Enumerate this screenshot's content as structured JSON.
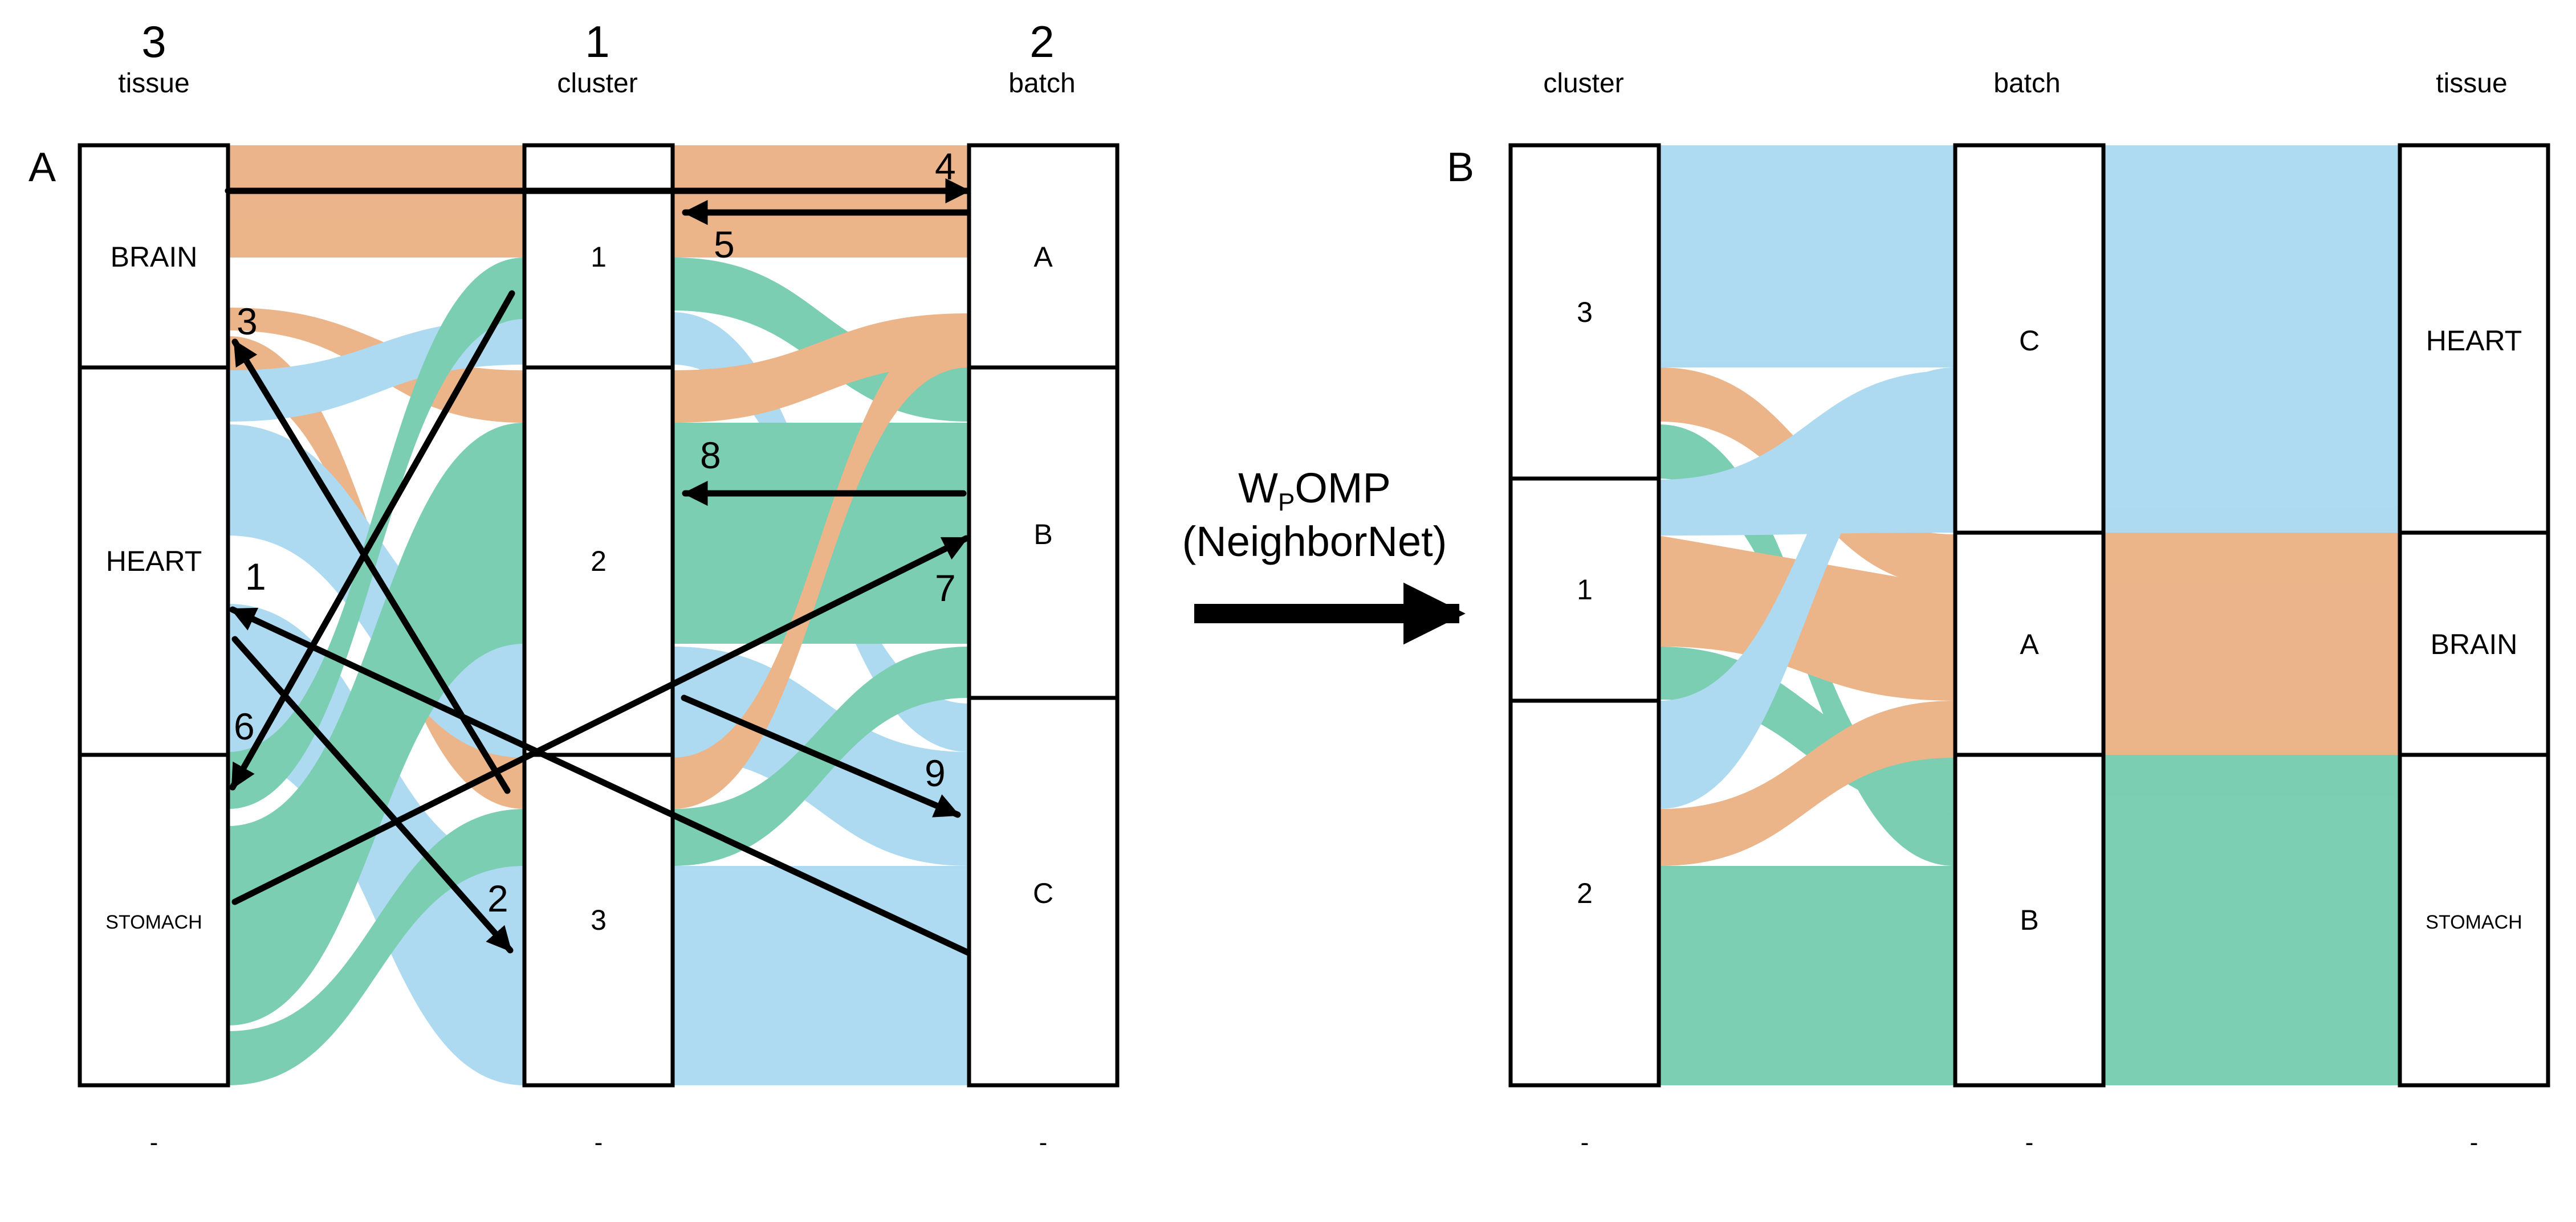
{
  "colors": {
    "orange": "#e8a470",
    "blue": "#9cd2ef",
    "green": "#5fc4a2",
    "box_stroke": "#000000",
    "arrow": "#000000"
  },
  "panel_a": {
    "label": "A",
    "axes": [
      {
        "id": "tissue",
        "order": "3",
        "name": "tissue",
        "foot": "-",
        "boxes": [
          {
            "id": "brain",
            "label": "BRAIN"
          },
          {
            "id": "heart",
            "label": "HEART"
          },
          {
            "id": "stomach",
            "label": "STOMACH",
            "small": true
          }
        ]
      },
      {
        "id": "cluster",
        "order": "1",
        "name": "cluster",
        "foot": "-",
        "boxes": [
          {
            "id": "c1",
            "label": "1"
          },
          {
            "id": "c2",
            "label": "2"
          },
          {
            "id": "c3",
            "label": "3"
          }
        ]
      },
      {
        "id": "batch",
        "order": "2",
        "name": "batch",
        "foot": "-",
        "boxes": [
          {
            "id": "A",
            "label": "A"
          },
          {
            "id": "B",
            "label": "B"
          },
          {
            "id": "C",
            "label": "C"
          }
        ]
      }
    ],
    "arrows": [
      {
        "number": "1"
      },
      {
        "number": "2"
      },
      {
        "number": "3"
      },
      {
        "number": "4"
      },
      {
        "number": "5"
      },
      {
        "number": "6"
      },
      {
        "number": "7"
      },
      {
        "number": "8"
      },
      {
        "number": "9"
      }
    ]
  },
  "method": {
    "line1_main": "W",
    "line1_sub": "P",
    "line1_tail": "OMP",
    "line2": "(NeighborNet)"
  },
  "panel_b": {
    "label": "B",
    "axes": [
      {
        "id": "cluster",
        "name": "cluster",
        "foot": "-",
        "boxes": [
          {
            "id": "c3",
            "label": "3"
          },
          {
            "id": "c1",
            "label": "1"
          },
          {
            "id": "c2",
            "label": "2"
          }
        ]
      },
      {
        "id": "batch",
        "name": "batch",
        "foot": "-",
        "boxes": [
          {
            "id": "C",
            "label": "C"
          },
          {
            "id": "A",
            "label": "A"
          },
          {
            "id": "B",
            "label": "B"
          }
        ]
      },
      {
        "id": "tissue",
        "name": "tissue",
        "foot": "-",
        "boxes": [
          {
            "id": "heart",
            "label": "HEART"
          },
          {
            "id": "brain",
            "label": "BRAIN"
          },
          {
            "id": "stomach",
            "label": "STOMACH",
            "small": true
          }
        ]
      }
    ]
  }
}
